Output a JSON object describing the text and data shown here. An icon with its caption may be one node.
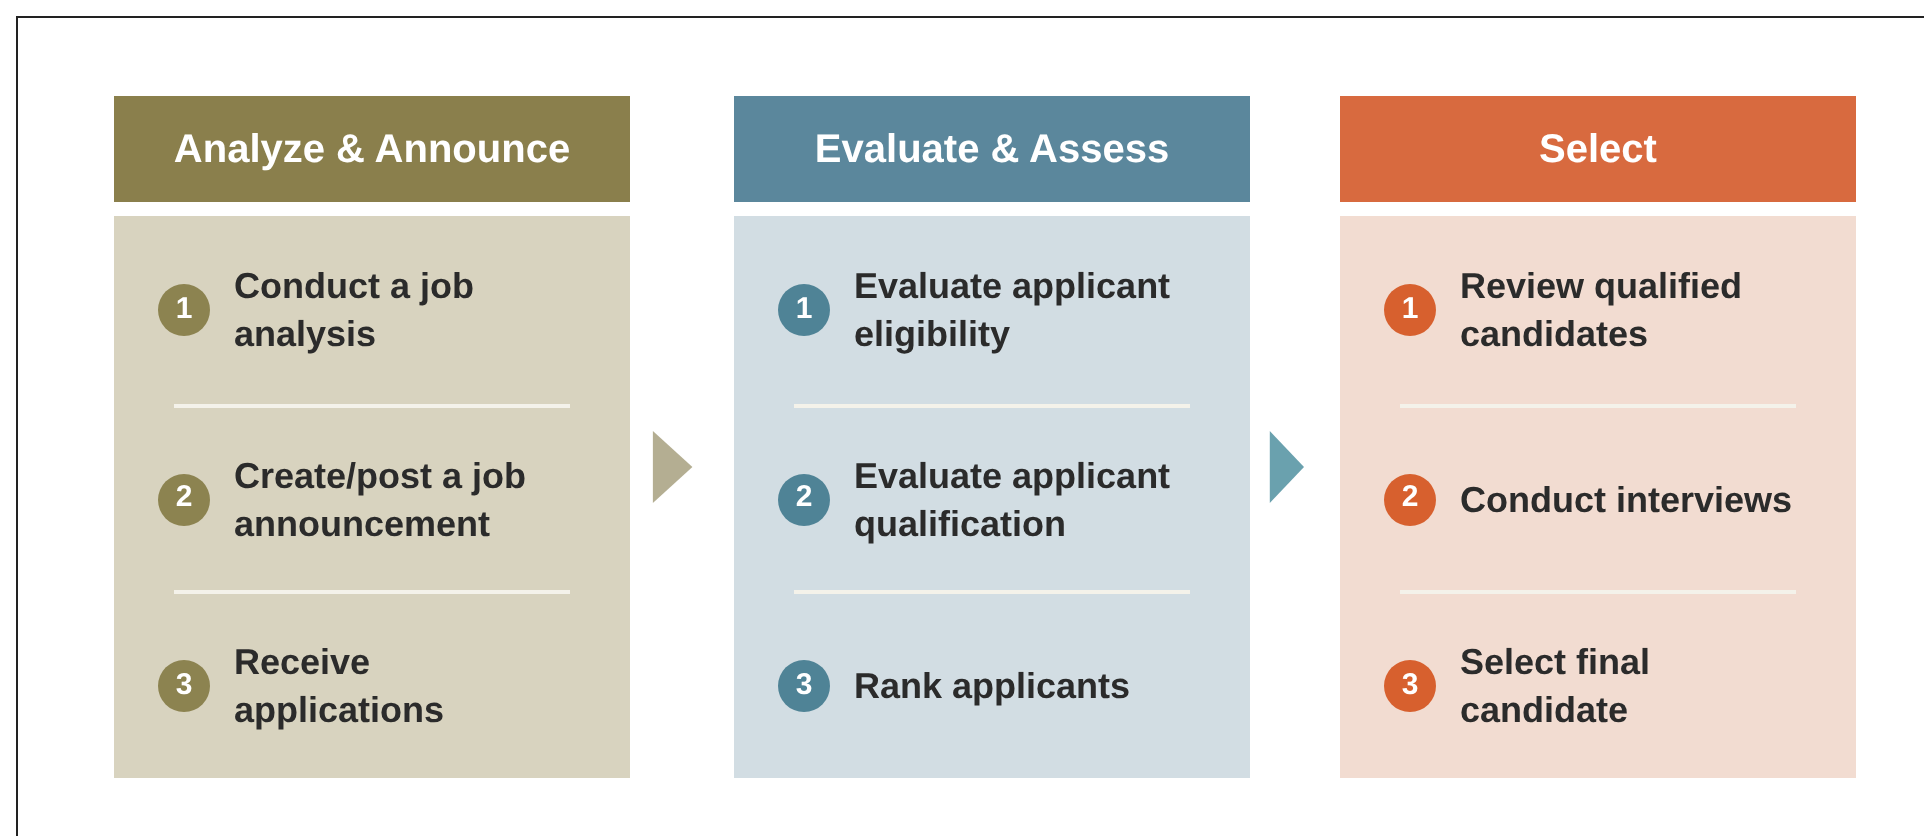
{
  "diagram": {
    "nodes": [
      {
        "text": [
          "Analyze & Announce"
        ]
      },
      {
        "text": [],
        "shape": "box"
      },
      {
        "text": [
          "1"
        ],
        "in": 1,
        "beside": [
          "Conduct a job analysis"
        ]
      },
      {
        "text": [
          "2"
        ],
        "in": 1,
        "beside": [
          "Create/post a job announcement"
        ]
      },
      {
        "text": [
          "3"
        ],
        "in": 1,
        "beside": [
          "Receive applications"
        ]
      },
      {
        "text": [
          "Evaluate & Assess"
        ]
      },
      {
        "text": [],
        "shape": "box"
      },
      {
        "text": [
          "1"
        ],
        "in": 6,
        "beside": [
          "Evaluate applicant eligibility"
        ]
      },
      {
        "text": [
          "2"
        ],
        "in": 6,
        "beside": [
          "Evaluate applicant qualification"
        ]
      },
      {
        "text": [
          "3"
        ],
        "in": 6,
        "beside": [
          "Rank applicants"
        ]
      },
      {
        "text": [
          "Select"
        ]
      },
      {
        "text": [],
        "shape": "box"
      },
      {
        "text": [
          "1"
        ],
        "in": 11,
        "beside": [
          "Review qualified candidates"
        ]
      },
      {
        "text": [
          "2"
        ],
        "in": 11,
        "beside": [
          "Conduct interviews"
        ]
      },
      {
        "text": [
          "3"
        ],
        "in": 11,
        "beside": [
          "Select final candidate"
        ]
      }
    ],
    "edges": [
      {
        "from": 1,
        "to": 6,
        "arrow": "to"
      },
      {
        "from": 6,
        "to": 11,
        "arrow": "to"
      }
    ]
  }
}
